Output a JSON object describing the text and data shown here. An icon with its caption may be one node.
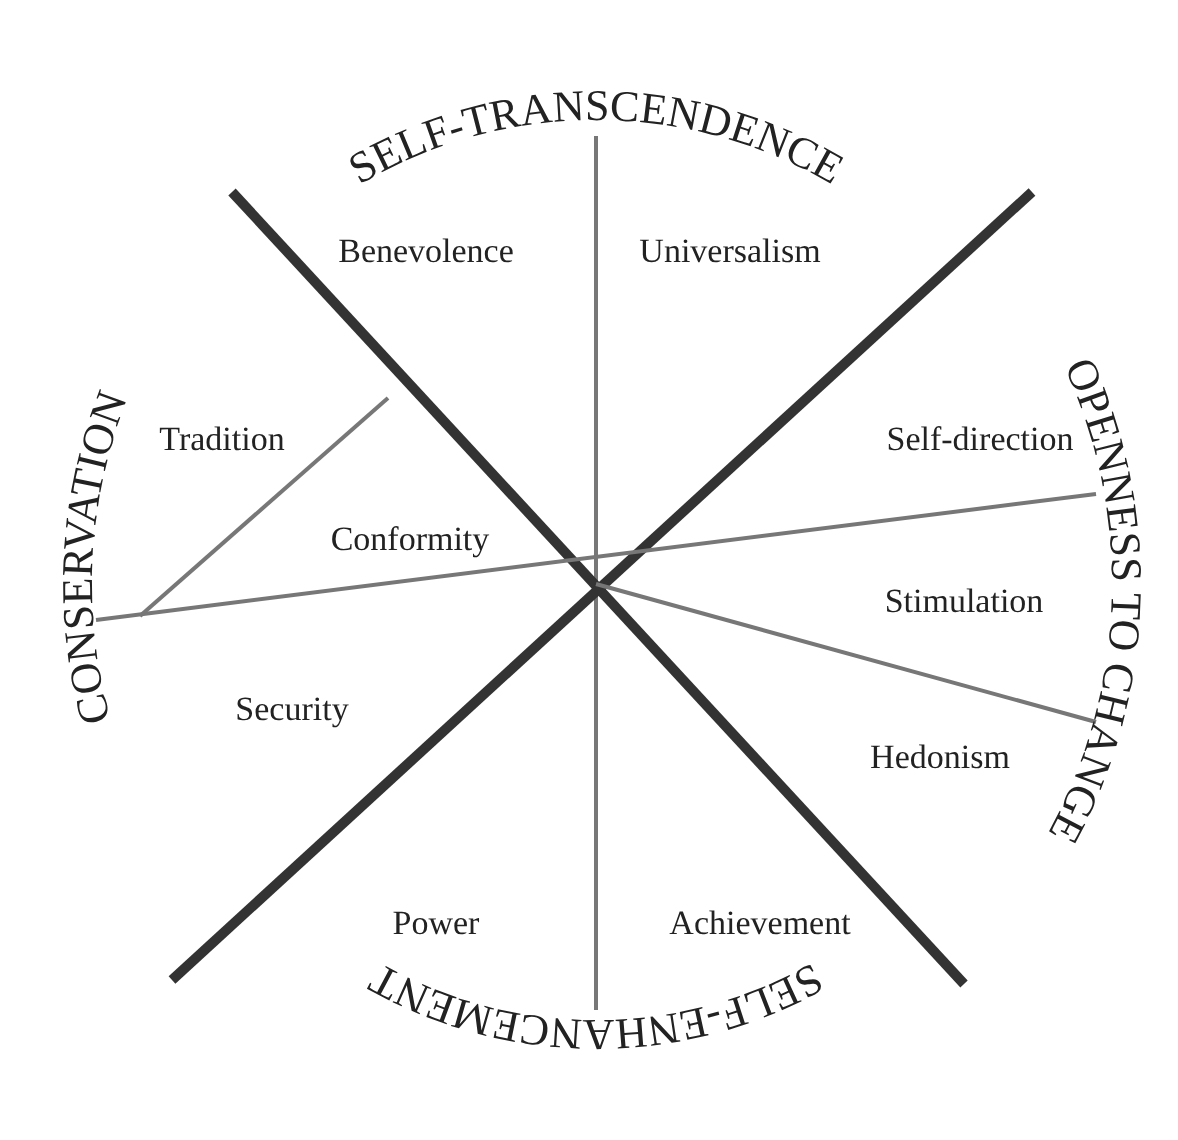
{
  "diagram": {
    "labels": [
      "SELF-TRANSCENDENCE",
      "Benevolence",
      "Universalism",
      "OPENNESS TO CHANGE",
      "Tradition",
      "Self-direction",
      "Conformity",
      "CONSERVATION",
      "Stimulation",
      "Security",
      "Hedonism",
      "Power",
      "Achievement",
      "SELF-ENHANCEMENT"
    ]
  }
}
